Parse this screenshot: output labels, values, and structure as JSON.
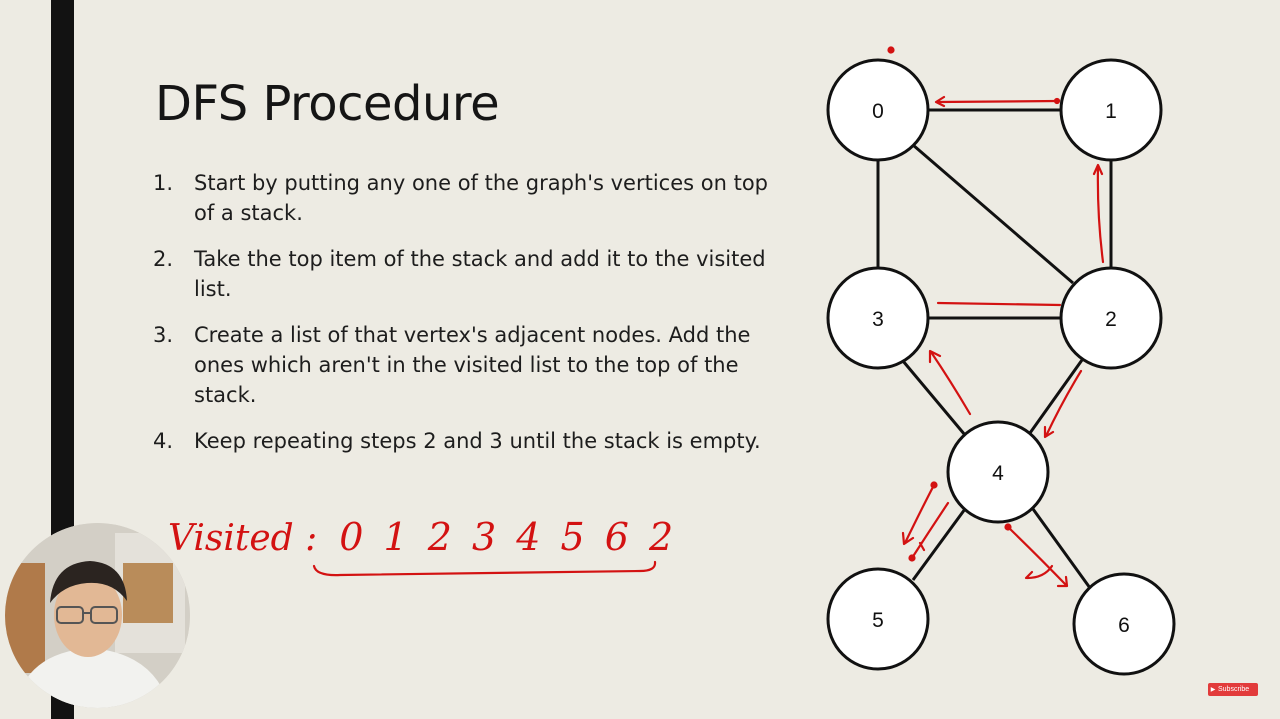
{
  "slide": {
    "title": "DFS Procedure",
    "steps": [
      {
        "number": "1.",
        "text": "Start by putting any one of the graph's vertices on top of a stack."
      },
      {
        "number": "2.",
        "text": "Take the top item of the stack and add it to the visited list."
      },
      {
        "number": "3.",
        "text": "Create a list of that vertex's adjacent nodes. Add the ones which aren't in the visited list to the top of the stack."
      },
      {
        "number": "4.",
        "text": "Keep repeating steps 2 and 3 until the stack is empty."
      }
    ]
  },
  "annotation": {
    "visited_label": "Visited :",
    "visited_sequence": "0 1 2 3 4 5 6 2",
    "color": "#d31212"
  },
  "graph": {
    "nodes": [
      {
        "id": "0",
        "label": "0"
      },
      {
        "id": "1",
        "label": "1"
      },
      {
        "id": "2",
        "label": "2"
      },
      {
        "id": "3",
        "label": "3"
      },
      {
        "id": "4",
        "label": "4"
      },
      {
        "id": "5",
        "label": "5"
      },
      {
        "id": "6",
        "label": "6"
      }
    ],
    "edges": [
      [
        "0",
        "1"
      ],
      [
        "0",
        "3"
      ],
      [
        "0",
        "2"
      ],
      [
        "1",
        "2"
      ],
      [
        "3",
        "2"
      ],
      [
        "3",
        "4"
      ],
      [
        "2",
        "4"
      ],
      [
        "4",
        "5"
      ],
      [
        "4",
        "6"
      ]
    ]
  },
  "overlay": {
    "subscribe_label": "Subscribe",
    "subscribe_icon": "play-icon",
    "webcam": "presenter-webcam"
  }
}
